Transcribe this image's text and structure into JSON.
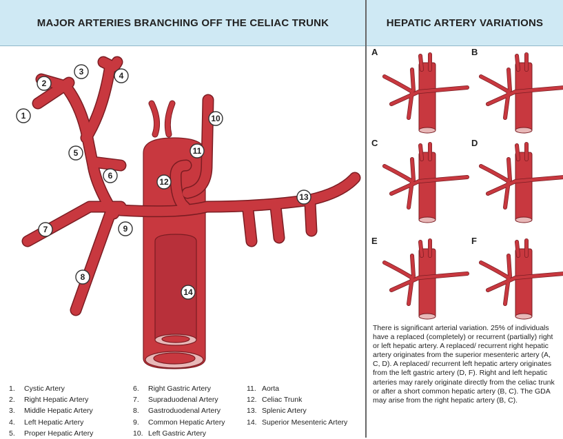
{
  "headers": {
    "left": "MAJOR ARTERIES BRANCHING OFF THE CELIAC TRUNK",
    "right": "HEPATIC ARTERY VARIATIONS"
  },
  "colors": {
    "artery": "#c8383f",
    "artery_dark": "#7a1c22",
    "header_bg": "#cfe9f4"
  },
  "callouts": [
    "1",
    "2",
    "3",
    "4",
    "5",
    "6",
    "7",
    "8",
    "9",
    "10",
    "11",
    "12",
    "13",
    "14"
  ],
  "legend": [
    {
      "num": "1.",
      "label": "Cystic Artery"
    },
    {
      "num": "2.",
      "label": "Right Hepatic Artery"
    },
    {
      "num": "3.",
      "label": "Middle Hepatic Artery"
    },
    {
      "num": "4.",
      "label": "Left Hepatic Artery"
    },
    {
      "num": "5.",
      "label": "Proper Hepatic Artery"
    },
    {
      "num": "6.",
      "label": "Right Gastric Artery"
    },
    {
      "num": "7.",
      "label": "Supraduodenal Artery"
    },
    {
      "num": "8.",
      "label": "Gastroduodenal Artery"
    },
    {
      "num": "9.",
      "label": "Common Hepatic Artery"
    },
    {
      "num": "10.",
      "label": "Left Gastric Artery"
    },
    {
      "num": "11.",
      "label": "Aorta"
    },
    {
      "num": "12.",
      "label": "Celiac Trunk"
    },
    {
      "num": "13.",
      "label": "Splenic Artery"
    },
    {
      "num": "14.",
      "label": "Superior Mesenteric Artery"
    }
  ],
  "variants": [
    "A",
    "B",
    "C",
    "D",
    "E",
    "F"
  ],
  "note": "There is significant arterial variation. 25% of individuals have a replaced (completely) or recurrent (partially) right or left hepatic artery. A replaced/ recurrent right hepatic artery originates from the superior mesenteric artery (A, C, D). A replaced/ recurrent left hepatic artery originates from the left gastric artery (D, F). Right and left hepatic arteries may rarely originate directly from the celiac trunk or after a short common hepatic artery (B, C). The GDA may arise from the right hepatic artery (B, C)."
}
